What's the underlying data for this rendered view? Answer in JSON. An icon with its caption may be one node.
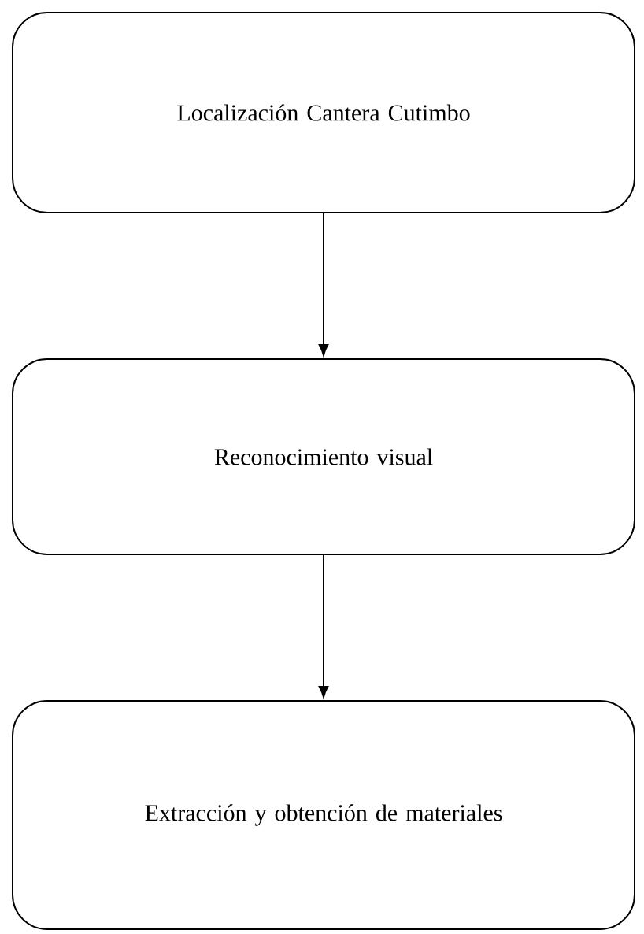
{
  "diagram": {
    "nodes": [
      {
        "text": [
          "Localización Cantera Cutimbo"
        ]
      },
      {
        "text": [
          "Reconocimiento visual"
        ]
      },
      {
        "text": [
          "Extracción y obtención de materiales"
        ]
      }
    ],
    "edges": [
      {
        "from": 0,
        "to": 1,
        "arrow": "to"
      },
      {
        "from": 1,
        "to": 2,
        "arrow": "to"
      }
    ]
  }
}
